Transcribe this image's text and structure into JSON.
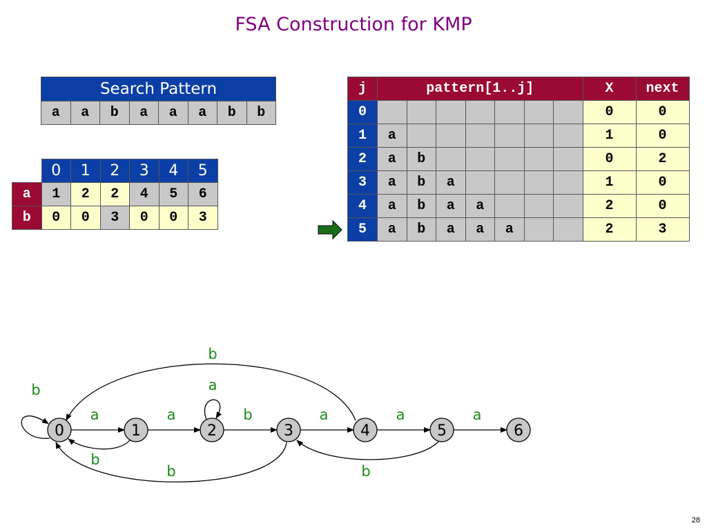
{
  "title": "FSA Construction for KMP",
  "page_number": "28",
  "colors": {
    "title": "#800080",
    "header_blue": "#0b3fa6",
    "header_red": "#9b0a33",
    "cell_grey": "#c8c8c8",
    "cell_yellow": "#ffffcc",
    "arrow_green": "#1a6e1a",
    "edge_label_green": "#1a8a1a"
  },
  "search_pattern": {
    "header": "Search Pattern",
    "chars": [
      "a",
      "a",
      "b",
      "a",
      "a",
      "a",
      "b",
      "b"
    ]
  },
  "dfa": {
    "columns": [
      "0",
      "1",
      "2",
      "3",
      "4",
      "5"
    ],
    "rows": [
      {
        "label": "a",
        "values": [
          "1",
          "2",
          "2",
          "4",
          "5",
          "6"
        ],
        "shades": [
          "grey",
          "yellow",
          "yellow",
          "grey",
          "grey",
          "grey"
        ]
      },
      {
        "label": "b",
        "values": [
          "0",
          "0",
          "3",
          "0",
          "0",
          "3"
        ],
        "shades": [
          "yellow",
          "yellow",
          "grey",
          "yellow",
          "yellow",
          "yellow"
        ]
      }
    ]
  },
  "kmp_table": {
    "headers": {
      "j": "j",
      "pattern": "pattern[1..j]",
      "x": "X",
      "next": "next"
    },
    "rows": [
      {
        "j": "0",
        "pattern": [
          "",
          "",
          "",
          "",
          "",
          "",
          ""
        ],
        "x": "0",
        "next": "0"
      },
      {
        "j": "1",
        "pattern": [
          "a",
          "",
          "",
          "",
          "",
          "",
          ""
        ],
        "x": "1",
        "next": "0"
      },
      {
        "j": "2",
        "pattern": [
          "a",
          "b",
          "",
          "",
          "",
          "",
          ""
        ],
        "x": "0",
        "next": "2"
      },
      {
        "j": "3",
        "pattern": [
          "a",
          "b",
          "a",
          "",
          "",
          "",
          ""
        ],
        "x": "1",
        "next": "0"
      },
      {
        "j": "4",
        "pattern": [
          "a",
          "b",
          "a",
          "a",
          "",
          "",
          ""
        ],
        "x": "2",
        "next": "0"
      },
      {
        "j": "5",
        "pattern": [
          "a",
          "b",
          "a",
          "a",
          "a",
          "",
          ""
        ],
        "x": "2",
        "next": "3"
      }
    ],
    "current_row_indicator": "arrow-right-icon"
  },
  "fsa": {
    "states": [
      "0",
      "1",
      "2",
      "3",
      "4",
      "5",
      "6"
    ],
    "edges": [
      {
        "from": "0",
        "to": "1",
        "label": "a"
      },
      {
        "from": "1",
        "to": "2",
        "label": "a"
      },
      {
        "from": "2",
        "to": "3",
        "label": "b"
      },
      {
        "from": "3",
        "to": "4",
        "label": "a"
      },
      {
        "from": "4",
        "to": "5",
        "label": "a"
      },
      {
        "from": "5",
        "to": "6",
        "label": "a"
      },
      {
        "from": "0",
        "to": "0",
        "label": "b"
      },
      {
        "from": "2",
        "to": "2",
        "label": "a"
      },
      {
        "from": "1",
        "to": "0",
        "label": "b"
      },
      {
        "from": "3",
        "to": "0",
        "label": "b"
      },
      {
        "from": "4",
        "to": "0",
        "label": "b"
      },
      {
        "from": "5",
        "to": "3",
        "label": "b"
      }
    ]
  }
}
